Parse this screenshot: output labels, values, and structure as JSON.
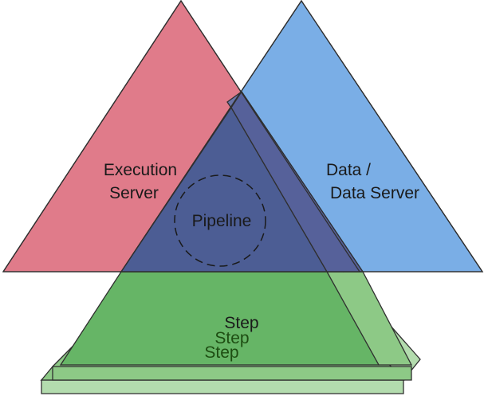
{
  "diagram": {
    "execution_label_line1": "Execution",
    "execution_label_line2": "Server",
    "data_label_line1": "Data /",
    "data_label_line2": "Data Server",
    "pipeline_label": "Pipeline",
    "step_labels": [
      "Step",
      "Step",
      "Step"
    ]
  },
  "colors": {
    "execution_fill": "#e07b8a",
    "data_fill": "#7aaee6",
    "overlap_fill": "#4c5d94",
    "step_fill": "#66b566",
    "step_back_fill": "#b3dcae",
    "step_mid_fill": "#8dc986"
  }
}
